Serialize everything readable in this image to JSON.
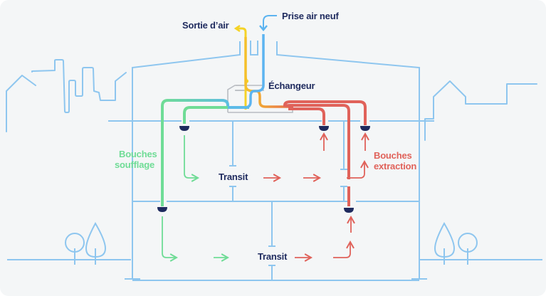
{
  "labels": {
    "air_outlet": "Sortie d’air",
    "fresh_air_intake": "Prise air neuf",
    "exchanger": "Échangeur",
    "supply_vents_line1": "Bouches",
    "supply_vents_line2": "soufflage",
    "extraction_vents_line1": "Bouches",
    "extraction_vents_line2": "extraction",
    "transit_upper": "Transit",
    "transit_lower": "Transit"
  },
  "colors": {
    "background": "#f4f6f7",
    "structure": "#8ec6ef",
    "exhaust_air": "#f5d327",
    "fresh_air": "#5cb4f0",
    "supply_air": "#6fdc96",
    "extract_air": "#e0625a",
    "mixed_exchange": "#f0a830",
    "vent": "#1e2a5e",
    "exchanger_box": "#b8bcc2",
    "text": "#1e2a5e"
  }
}
